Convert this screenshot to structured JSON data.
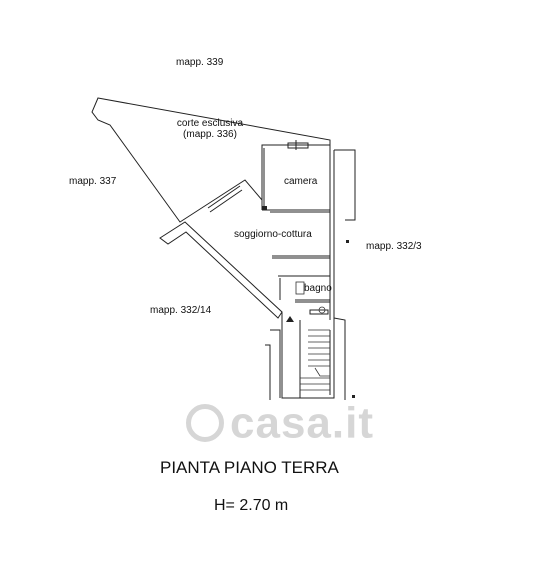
{
  "parcels": {
    "north": "mapp. 339",
    "west": "mapp. 337",
    "east": "mapp. 332/3",
    "southwest": "mapp. 332/14"
  },
  "rooms": {
    "courtyard_line1": "corte esclusiva",
    "courtyard_line2": "(mapp. 336)",
    "camera": "camera",
    "living": "soggiorno-cottura",
    "bath": "bagno"
  },
  "caption": {
    "title": "PIANTA PIANO TERRA",
    "height": "H= 2.70 m"
  },
  "watermark": {
    "brand": "casa.it",
    "color": "#d6d6d6"
  }
}
